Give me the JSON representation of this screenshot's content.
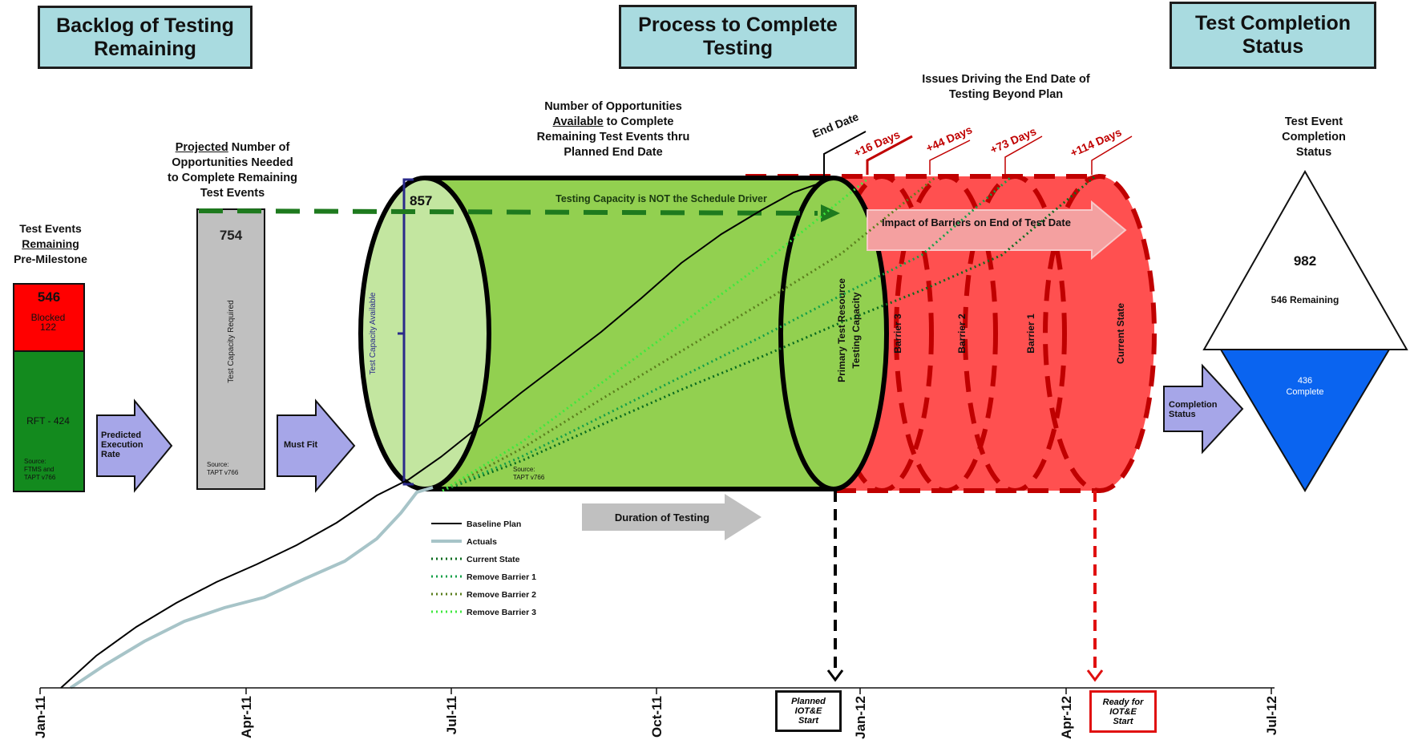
{
  "headers": {
    "backlog": [
      "Backlog of Testing",
      "Remaining"
    ],
    "process": [
      "Process to Complete",
      "Testing"
    ],
    "status": [
      "Test Completion",
      "Status"
    ]
  },
  "left_panel": {
    "heading_line1": "Test Events",
    "heading_line2": "Remaining",
    "heading_line3": "Pre-Milestone",
    "total": "546",
    "blocked_line1": "Blocked",
    "blocked_line2": "122",
    "rft": "RFT - 424",
    "source": [
      "Source:",
      "FTMS and",
      "TAPT v766"
    ]
  },
  "arrows": {
    "predicted": [
      "Predicted",
      "Execution",
      "Rate"
    ],
    "must_fit": "Must Fit",
    "duration": "Duration of Testing",
    "completion": [
      "Completion",
      "Status"
    ],
    "impact": "Impact of Barriers on End of Test Date"
  },
  "projected": {
    "heading": [
      "Projected",
      " Number of",
      "Opportunities Needed",
      "to Complete Remaining",
      "Test Events"
    ],
    "value": "754",
    "bar_label": "Test Capacity Required",
    "source": [
      "Source:",
      "TAPT v766"
    ]
  },
  "cylinder": {
    "heading": [
      "Number of Opportunities",
      "Available",
      " to Complete",
      "Remaining Test Events thru",
      "Planned End Date"
    ],
    "capacity_value": "857",
    "capacity_label": "Test Capacity Available",
    "driver_note": "Testing Capacity is NOT the Schedule Driver",
    "primary_resource": [
      "Primary Test Resource",
      "Testing Capacity"
    ],
    "source": [
      "Source:",
      "TAPT v766"
    ],
    "end_date": "End Date"
  },
  "barriers": {
    "heading": [
      "Issues Driving the End Date of",
      "Testing Beyond Plan"
    ],
    "delays": [
      "+16 Days",
      "+44 Days",
      "+73 Days",
      "+114 Days"
    ],
    "labels": [
      "Barrier 3",
      "Barrier 2",
      "Barrier 1",
      "Current State"
    ]
  },
  "legend": [
    {
      "label": "Baseline Plan",
      "color": "#000000",
      "style": "solid"
    },
    {
      "label": "Actuals",
      "color": "#a7c4c8",
      "style": "solid"
    },
    {
      "label": "Current State",
      "color": "#0a6b1e",
      "style": "dotted"
    },
    {
      "label": "Remove Barrier 1",
      "color": "#14a048",
      "style": "dotted"
    },
    {
      "label": "Remove Barrier 2",
      "color": "#5b7f1e",
      "style": "dotted"
    },
    {
      "label": "Remove Barrier 3",
      "color": "#3ee83e",
      "style": "dotted"
    }
  ],
  "completion": {
    "heading": [
      "Test Event",
      "Completion",
      "Status"
    ],
    "total": "982",
    "remaining": "546 Remaining",
    "complete_line1": "436",
    "complete_line2": "Complete"
  },
  "timeline": {
    "ticks": [
      "Jan-11",
      "Apr-11",
      "Jul-11",
      "Oct-11",
      "Jan-12",
      "Apr-12",
      "Jul-12"
    ],
    "planned": [
      "Planned",
      "IOT&E",
      "Start"
    ],
    "ready": [
      "Ready for",
      "IOT&E",
      "Start"
    ]
  },
  "colors": {
    "header_fill": "#a9dbe0",
    "blocked": "#ff0000",
    "rft": "#138a1e",
    "cylinder_green": "#92d050",
    "cylinder_face": "#c3e6a0",
    "barrier_red": "#ff5050",
    "dash_red": "#c00000",
    "arrow_purple": "#a6a6e8",
    "complete_blue": "#0a64f0",
    "capacity_gray": "#c0c0c0"
  }
}
